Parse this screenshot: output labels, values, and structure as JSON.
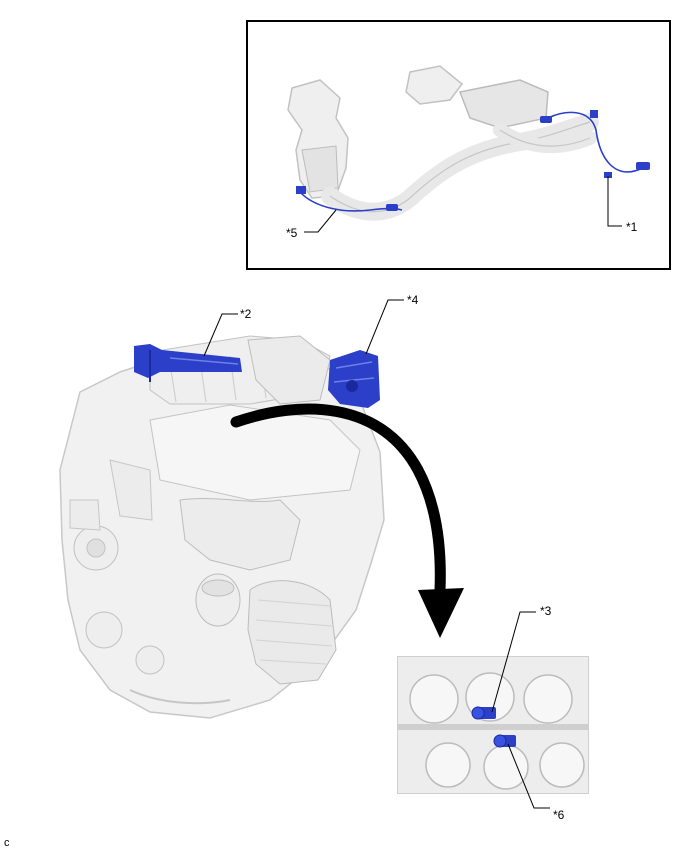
{
  "callouts": {
    "c1": "*1",
    "c2": "*2",
    "c3": "*3",
    "c4": "*4",
    "c5": "*5",
    "c6": "*6"
  },
  "corner_code": "c",
  "colors": {
    "component_blue": "#2b3fc9",
    "part_gray": "#eeeeee",
    "outline_gray": "#bdbdbd",
    "arrow": "#000000"
  }
}
